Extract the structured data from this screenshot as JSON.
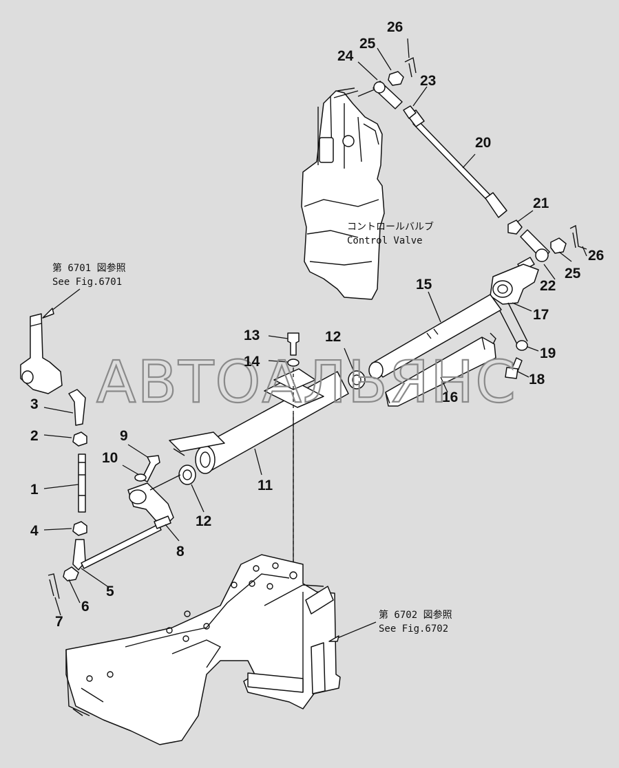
{
  "watermark": "АВТОАЛЬЯНС",
  "notes": {
    "fig6701_jp": "第 6701 図参照",
    "fig6701_en": "See Fig.6701",
    "control_valve_jp": "コントロールバルブ",
    "control_valve_en": "Control Valve",
    "fig6702_jp": "第 6702 図参照",
    "fig6702_en": "See Fig.6702"
  },
  "callouts": [
    "1",
    "2",
    "3",
    "4",
    "5",
    "6",
    "7",
    "8",
    "9",
    "10",
    "11",
    "12",
    "12",
    "13",
    "14",
    "15",
    "16",
    "17",
    "18",
    "19",
    "20",
    "21",
    "22",
    "23",
    "24",
    "25",
    "25",
    "26",
    "26"
  ],
  "colors": {
    "background": "#dddddd",
    "line": "#111111",
    "fill": "#ffffff",
    "watermark": "#8a8a8a"
  }
}
